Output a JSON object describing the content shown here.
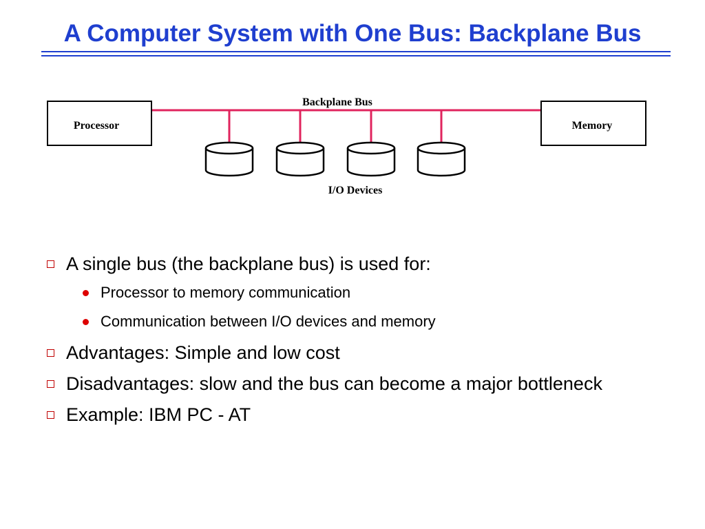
{
  "slide": {
    "title": "A Computer System with One Bus: Backplane Bus",
    "accent_color": "#1f3fcf",
    "bullet_color": "#c00000"
  },
  "diagram": {
    "bus_label": "Backplane Bus",
    "processor_label": "Processor",
    "memory_label": "Memory",
    "io_label": "I/O Devices",
    "bus_color": "#e0245e",
    "io_device_count": 4
  },
  "bullets": [
    {
      "text": "A single bus (the backplane bus) is used for:",
      "sub": [
        "Processor to memory communication",
        "Communication between I/O devices and memory"
      ]
    },
    {
      "text": "Advantages: Simple and low cost",
      "sub": []
    },
    {
      "text": "Disadvantages: slow and the bus can become a major bottleneck",
      "sub": []
    },
    {
      "text": "Example: IBM PC - AT",
      "sub": []
    }
  ]
}
